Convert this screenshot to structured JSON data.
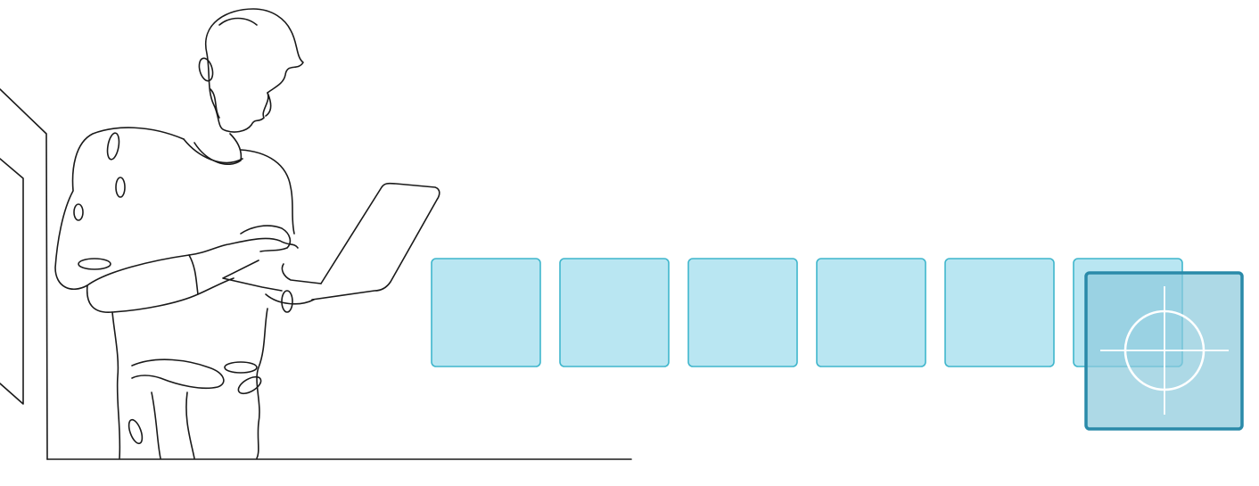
{
  "illustration": {
    "subject": "person-with-laptop",
    "style": "continuous-line-drawing",
    "line_color": "#1a1a1a"
  },
  "tiles": {
    "count": 6,
    "fill_color": "#b9e6f2",
    "border_color": "#3fb6cc"
  },
  "selection": {
    "selected_tile_index": 6,
    "overlay_fill_color": "#8ecbdd",
    "overlay_border_color": "#2a8aa9",
    "icon": "crosshair-target-icon",
    "icon_color": "#ffffff"
  }
}
